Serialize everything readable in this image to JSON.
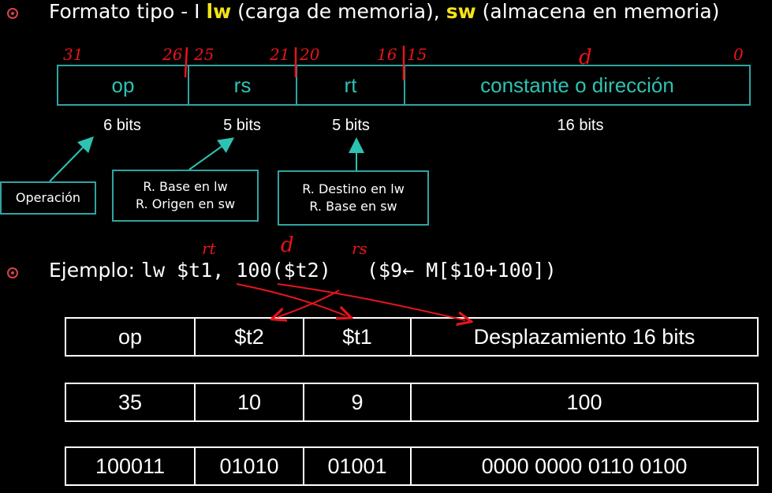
{
  "header": {
    "title_prefix": "Formato tipo - I ",
    "lw": "lw",
    "lw_desc": " (carga de memoria), ",
    "sw": "sw",
    "sw_desc": " (almacena en memoria)"
  },
  "format": {
    "fields": [
      "op",
      "rs",
      "rt",
      "constante o dirección"
    ],
    "bits": [
      "6 bits",
      "5 bits",
      "5 bits",
      "16 bits"
    ],
    "bit_marks": [
      "31",
      "26",
      "25",
      "21",
      "20",
      "16",
      "15",
      "0"
    ],
    "hand_label_d": "d"
  },
  "notes": {
    "op": "Operación",
    "rs_line1": "R. Base en lw",
    "rs_line2": "R. Origen en sw",
    "rt_line1": "R. Destino en lw",
    "rt_line2": "R. Base en sw"
  },
  "example": {
    "label": "Ejemplo: ",
    "code": "lw $t1, 100($t2)",
    "comment": "($9← M[$10+100])",
    "hand_rt": "rt",
    "hand_d": "d",
    "hand_rs": "rs"
  },
  "table": {
    "header": [
      "op",
      "$t2",
      "$t1",
      "Desplazamiento 16 bits"
    ],
    "decimal": [
      "35",
      "10",
      "9",
      "100"
    ],
    "binary": [
      "100011",
      "01010",
      "01001",
      "0000 0000 0110 0100"
    ]
  },
  "colors": {
    "bullet": "#d2444b",
    "teal": "#2fa5a0",
    "highlight": "#f5e21a",
    "annotation": "#e8151b"
  }
}
